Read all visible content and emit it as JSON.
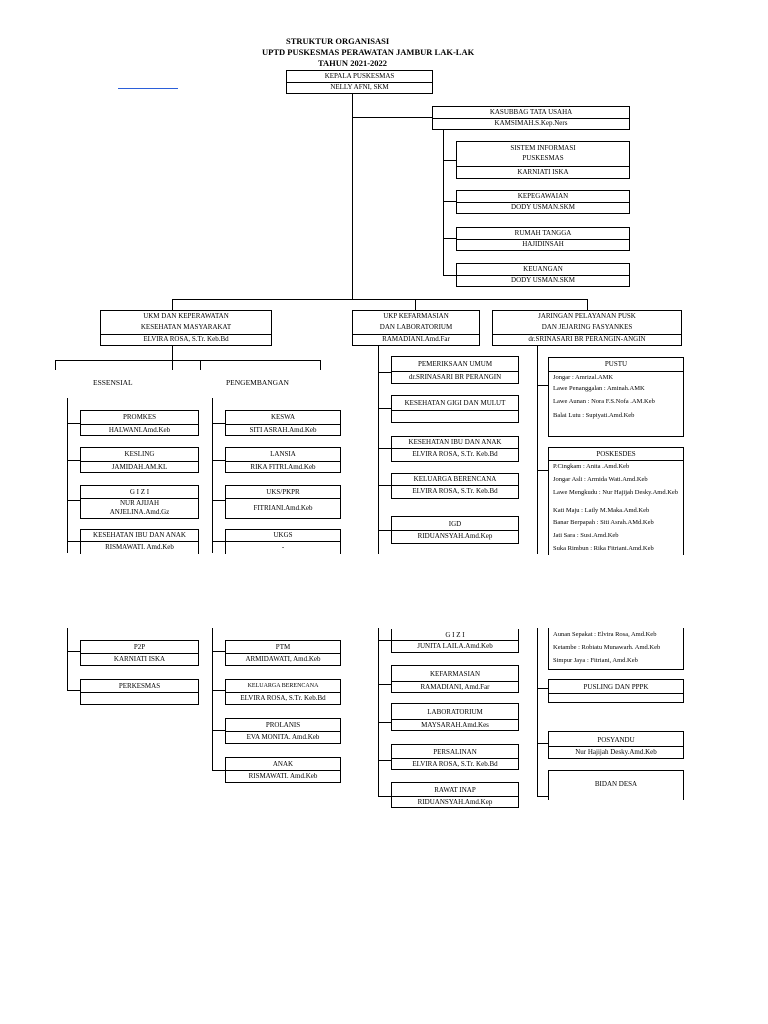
{
  "header": {
    "line1": "STRUKTUR ORGANISASI",
    "line2": "UPTD PUSKESMAS PERAWATAN JAMBUR LAK-LAK",
    "line3": "TAHUN 2021-2022"
  },
  "kepala": {
    "title": "KEPALA PUSKESMAS",
    "name": "NELLY AFNI, SKM"
  },
  "kasubbag": {
    "title": "KASUBBAG TATA USAHA",
    "name": "KAMSIMAH.S.Kep.Ners"
  },
  "tu_units": [
    {
      "title1": "SISTEM INFORMASI",
      "title2": "PUSKESMAS",
      "name": "KARNIATI ISKA"
    },
    {
      "title1": "KEPEGAWAIAN",
      "name": "DODY USMAN.SKM"
    },
    {
      "title1": "RUMAH TANGGA",
      "name": "HAJIDINSAH"
    },
    {
      "title1": "KEUANGAN",
      "name": "DODY USMAN.SKM"
    }
  ],
  "divisions": {
    "ukm": {
      "line1": "UKM DAN KEPERAWATAN",
      "line2": "KESEHATAN MASYARAKAT",
      "name": "ELVIRA ROSA, S.Tr. Keb.Bd"
    },
    "ukp": {
      "line1": "UKP KEFARMASIAN",
      "line2": "DAN LABORATORIUM",
      "name": "RAMADIANI.Amd.Far"
    },
    "jar": {
      "line1": "JARINGAN PELAYANAN PUSK",
      "line2": "DAN JEJARING FASYANKES",
      "name": "dr.SRINASARI BR PERANGIN-ANGIN"
    }
  },
  "essensial": {
    "label": "ESSENSIAL",
    "units": [
      {
        "title": "PROMKES",
        "name": "HALWANI.Amd.Keb"
      },
      {
        "title": "KESLING",
        "name": "JAMIDAH.AM.KL"
      },
      {
        "title": "G I Z I",
        "name": "NUR AJIJAH",
        "name2": "ANJELINA.Amd.Gz"
      },
      {
        "title": "KESEHATAN IBU DAN ANAK",
        "name": "RISMAWATI. Amd.Keb"
      },
      {
        "title": "P2P",
        "name": "KARNIATI ISKA"
      },
      {
        "title": "PERKESMAS",
        "name": ""
      }
    ]
  },
  "pengembangan": {
    "label": "PENGEMBANGAN",
    "units": [
      {
        "title": "KESWA",
        "name": "SITI ASRAH.Amd.Keb"
      },
      {
        "title": "LANSIA",
        "name": "RIKA FITRI.Amd.Keb"
      },
      {
        "title": "UKS/PKPR",
        "name": "FITRIANI.Amd.Keb"
      },
      {
        "title": "UKGS",
        "name": "-"
      },
      {
        "title": "PTM",
        "name": "ARMIDAWATI, Amd.Keb"
      },
      {
        "title": "KELUARGA BERENCANA",
        "name": "ELVIRA ROSA, S.Tr. Keb.Bd"
      },
      {
        "title": "PROLANIS",
        "name": "EVA MONITA. Amd.Keb"
      },
      {
        "title": "ANAK",
        "name": "RISMAWATI. Amd.Keb"
      }
    ]
  },
  "ukp_units": [
    {
      "title": "PEMERIKSAAN UMUM",
      "name": "dr.SRINASARI BR PERANGIN"
    },
    {
      "title": "KESEHATAN GIGI DAN MULUT",
      "name": ""
    },
    {
      "title": "KESEHATAN IBU DAN ANAK",
      "name": "ELVIRA ROSA, S.Tr. Keb.Bd"
    },
    {
      "title": "KELUARGA BERENCANA",
      "name": "ELVIRA ROSA, S.Tr. Keb.Bd"
    },
    {
      "title": "IGD",
      "name": "RIDUANSYAH.Amd.Kep"
    },
    {
      "title": "G I Z I",
      "name": "JUNITA LAILA.Amd.Keb"
    },
    {
      "title": "KEFARMASIAN",
      "name": "RAMADIANI, Amd.Far"
    },
    {
      "title": "LABORATORIUM",
      "name": "MAYSARAH.Amd.Kes"
    },
    {
      "title": "PERSALINAN",
      "name": "ELVIRA ROSA, S.Tr. Keb.Bd"
    },
    {
      "title": "RAWAT INAP",
      "name": "RIDUANSYAH.Amd.Kep"
    }
  ],
  "pustu": {
    "title": "PUSTU",
    "items": [
      "Jongar :   Amrizal.AMK",
      "Lawe Penanggalan : Aminah.AMK",
      "Lawe Aunan : Nora F.S.Nofa .AM.Keb",
      "Balai Lutu : Supiyati.Amd.Keb"
    ]
  },
  "poskesdes": {
    "title": "POSKESDES",
    "items": [
      "P.Cingkam : Anita .Amd.Keb",
      "Jongar Asli : Armida Wati.Amd.Keb",
      "Lawe Mengkudu : Nur Hajijah Desky.Amd.Keb",
      "Kati Maju : Laily M.Maka.Amd.Keb",
      "Banar Berpapah : Siti Asrah.AMd.Keb",
      "Jati Sara : Susi.Amd.Keb",
      "Suka Rimbun : Rika Fitriani.Amd.Keb",
      "Aunan Sepakat : Elvira Rosa, Amd.Keb",
      "Ketambe : Robiatu Munawarh. Amd.Keb",
      "Simpur Jaya : Fitriani, Amd.Keb"
    ]
  },
  "pusling": {
    "title": "PUSLING DAN PPPK"
  },
  "posyandu": {
    "title": "POSYANDU",
    "name": "Nur Hajijah Desky.Amd.Keb"
  },
  "bidan_desa": {
    "title": "BIDAN DESA"
  }
}
